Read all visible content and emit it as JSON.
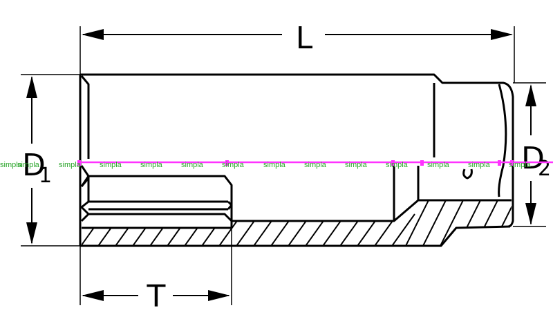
{
  "labels": {
    "length": "L",
    "drive_diameter": "D",
    "drive_diameter_sub": "1",
    "head_diameter": "D",
    "head_diameter_sub": "2",
    "depth": "T"
  },
  "watermark": {
    "text": "simpla",
    "text_color": "#2aa52a",
    "line_color": "#ff33ff"
  },
  "colors": {
    "ink": "#000000",
    "paper": "#ffffff"
  }
}
